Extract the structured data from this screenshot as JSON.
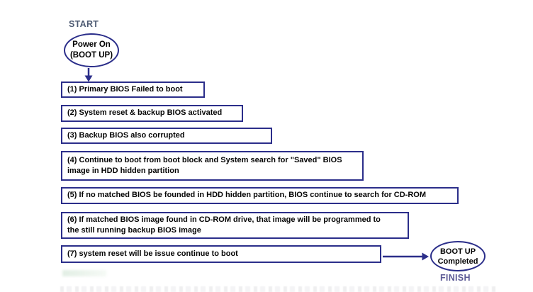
{
  "flowchart": {
    "title_semantics": "Dual BIOS recovery boot flow",
    "start": {
      "label": "START",
      "node_line1": "Power On",
      "node_line2": "(BOOT UP)"
    },
    "finish": {
      "label": "FINISH",
      "node_line1": "BOOT UP",
      "node_line2": "Completed"
    },
    "steps": [
      {
        "id": 1,
        "line1": "(1) Primary BIOS Failed to boot"
      },
      {
        "id": 2,
        "line1": "(2) System reset & backup BIOS activated"
      },
      {
        "id": 3,
        "line1": "(3) Backup BIOS also corrupted"
      },
      {
        "id": 4,
        "line1": "(4) Continue to boot from boot block and System search for \"Saved\" BIOS",
        "line2": "image in HDD hidden partition"
      },
      {
        "id": 5,
        "line1": "(5) If no matched BIOS be founded in HDD hidden partition, BIOS continue to search for CD-ROM"
      },
      {
        "id": 6,
        "line1": "(6) If matched BIOS image found in CD-ROM drive, that image will be programmed to",
        "line2": "the still running backup BIOS image"
      },
      {
        "id": 7,
        "line1": "(7) system reset will be issue continue to boot"
      }
    ],
    "colors": {
      "outline": "#2b2e8a",
      "start_label": "#4d5a72",
      "finish_label": "#5c5a96",
      "step_text": "#050505",
      "background": "#ffffff"
    }
  }
}
